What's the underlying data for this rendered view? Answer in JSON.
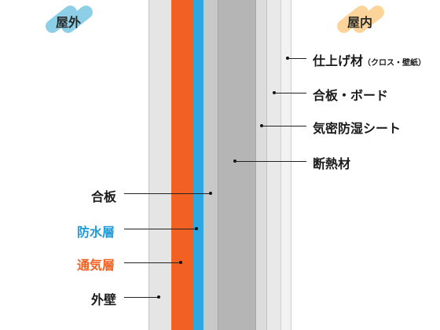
{
  "badges": {
    "outdoor": {
      "text": "屋外",
      "color": "#8ccfe6"
    },
    "indoor": {
      "text": "屋内",
      "color": "#fcd49a"
    }
  },
  "layers": [
    {
      "name": "exterior-wall",
      "color": "#e5e5e5"
    },
    {
      "name": "ventilation-layer",
      "color": "#f26122"
    },
    {
      "name": "waterproof-layer",
      "color": "#2ea7e0"
    },
    {
      "name": "plywood",
      "color": "#c8c8c8"
    },
    {
      "name": "insulation",
      "color": "#b5b5b5"
    },
    {
      "name": "vapor-barrier",
      "color": "#dcdcdc"
    },
    {
      "name": "board",
      "color": "#e9e9e9"
    },
    {
      "name": "finish",
      "color": "#f2f2f2"
    }
  ],
  "labels": {
    "finish_main": "仕上げ材",
    "finish_sub": "（クロス・壁紙）",
    "board": "合板・ボード",
    "vapor": "気密防湿シート",
    "insulation": "断熱材",
    "plywood": "合板",
    "waterproof": "防水層",
    "ventilation": "通気層",
    "exterior": "外壁"
  },
  "colors": {
    "waterproof_text": "#1e9bd7",
    "ventilation_text": "#f26122"
  }
}
